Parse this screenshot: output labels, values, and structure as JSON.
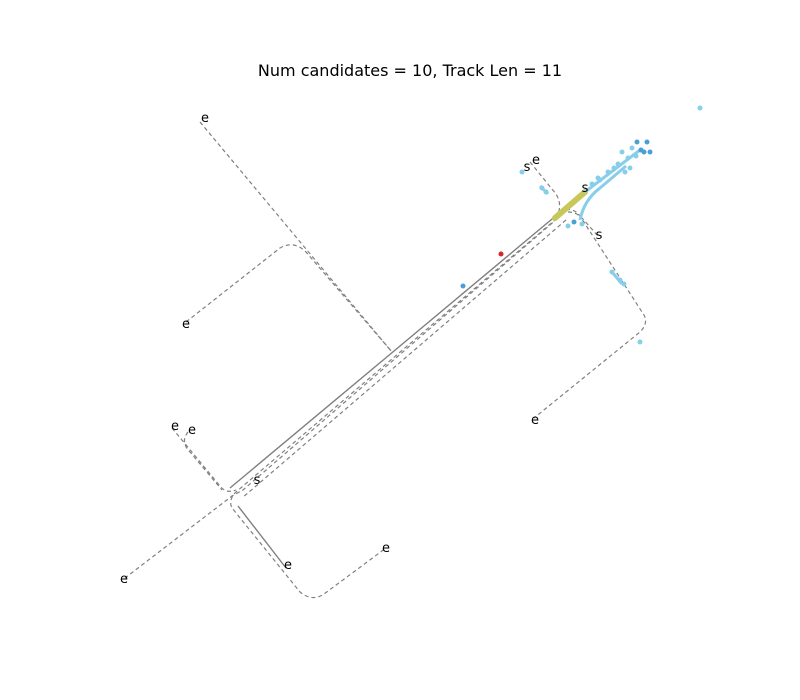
{
  "title": "Num candidates = 10, Track Len = 11",
  "labels": {
    "start": "s",
    "end": "e"
  },
  "colors": {
    "candidate_path": "#808080",
    "selected_path": "#7f7f7f",
    "track_points_light": "#87ceeb",
    "track_points_dark": "#4a9fd4",
    "highlight_segment": "#c8c85a",
    "outlier_point": "#d62728"
  }
}
